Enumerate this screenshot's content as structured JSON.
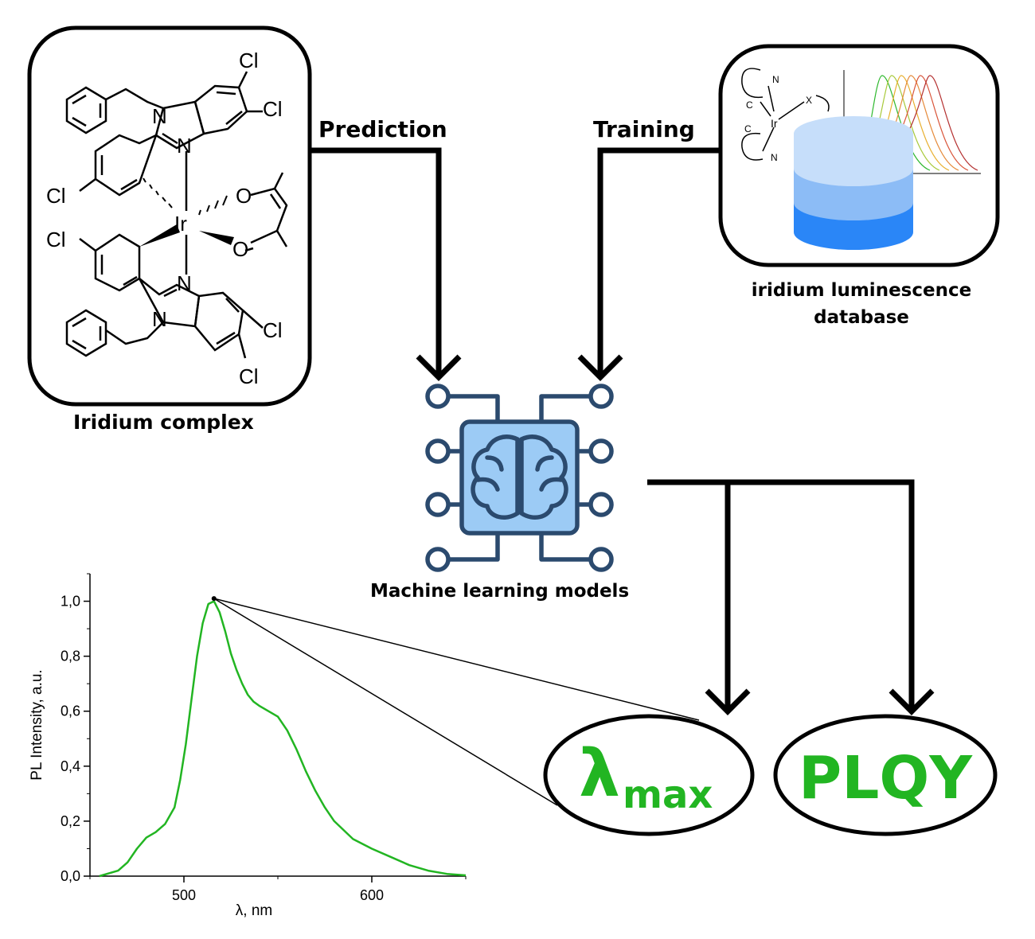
{
  "labels": {
    "prediction": "Prediction",
    "training": "Training",
    "complex_caption": "Iridium complex",
    "database_caption_line1": "iridium luminescence",
    "database_caption_line2": "database",
    "model_caption": "Machine learning models",
    "lambda_symbol": "λ",
    "lambda_sub": "max",
    "plqy": "PLQY"
  },
  "molecule": {
    "metal": "Ir",
    "atoms": [
      "N",
      "N",
      "N",
      "N",
      "O",
      "O",
      "Cl",
      "Cl",
      "Cl",
      "Cl",
      "Cl",
      "Cl"
    ]
  },
  "database_icon": {
    "metal": "Ir",
    "atoms": [
      "N",
      "N",
      "C",
      "C",
      "X"
    ],
    "spectra_colors": [
      "#2db82d",
      "#a8c93a",
      "#e8b030",
      "#e58a3a",
      "#d9553a",
      "#b43030"
    ]
  },
  "colors": {
    "accent_green": "#22b522",
    "model_blue": "#9ccbf5",
    "model_outline": "#2b4a6e",
    "db_top": "#c6defa",
    "db_mid": "#8cbcf6",
    "db_bottom": "#2a86f7"
  },
  "chart_data": {
    "type": "line",
    "xlabel": "λ, nm",
    "ylabel": "PL Intensity, a.u.",
    "xlim": [
      450,
      650
    ],
    "ylim": [
      0,
      1.1
    ],
    "x_ticks": [
      500,
      600
    ],
    "x_tick_labels": [
      "500",
      "600"
    ],
    "y_ticks": [
      0,
      0.2,
      0.4,
      0.6,
      0.8,
      1.0
    ],
    "y_tick_labels": [
      "0,0",
      "0,2",
      "0,4",
      "0,6",
      "0,8",
      "1,0"
    ],
    "series": [
      {
        "color": "#22b522",
        "x": [
          455,
          465,
          470,
          475,
          480,
          485,
          490,
          495,
          498,
          501,
          504,
          507,
          510,
          513,
          516,
          519,
          522,
          525,
          528,
          531,
          534,
          537,
          540,
          545,
          550,
          555,
          560,
          565,
          570,
          575,
          580,
          590,
          600,
          610,
          620,
          630,
          640,
          650
        ],
        "y": [
          0.0,
          0.02,
          0.05,
          0.1,
          0.14,
          0.16,
          0.19,
          0.25,
          0.35,
          0.48,
          0.64,
          0.8,
          0.92,
          0.99,
          1.0,
          0.96,
          0.89,
          0.81,
          0.75,
          0.7,
          0.66,
          0.635,
          0.62,
          0.6,
          0.58,
          0.53,
          0.46,
          0.38,
          0.31,
          0.25,
          0.2,
          0.135,
          0.1,
          0.07,
          0.04,
          0.02,
          0.008,
          0.003
        ]
      }
    ],
    "peak_marker": {
      "x": 516,
      "y": 1.01
    }
  }
}
